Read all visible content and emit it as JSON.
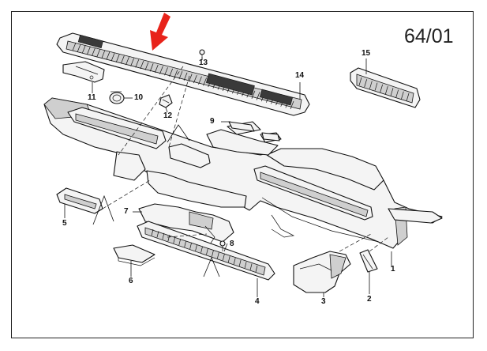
{
  "section_code": "64/01",
  "callouts": {
    "c1": "1",
    "c2": "2",
    "c3": "3",
    "c4": "4",
    "c5": "5",
    "c6": "6",
    "c7": "7",
    "c8": "8",
    "c9": "9",
    "c10": "10",
    "c11": "11",
    "c12": "12",
    "c13": "13",
    "c14": "14",
    "c15": "15"
  },
  "colors": {
    "arrow": "#e8231a",
    "line": "#111111",
    "border": "#222222"
  },
  "icons": {
    "pointer": "red-arrow-icon"
  }
}
